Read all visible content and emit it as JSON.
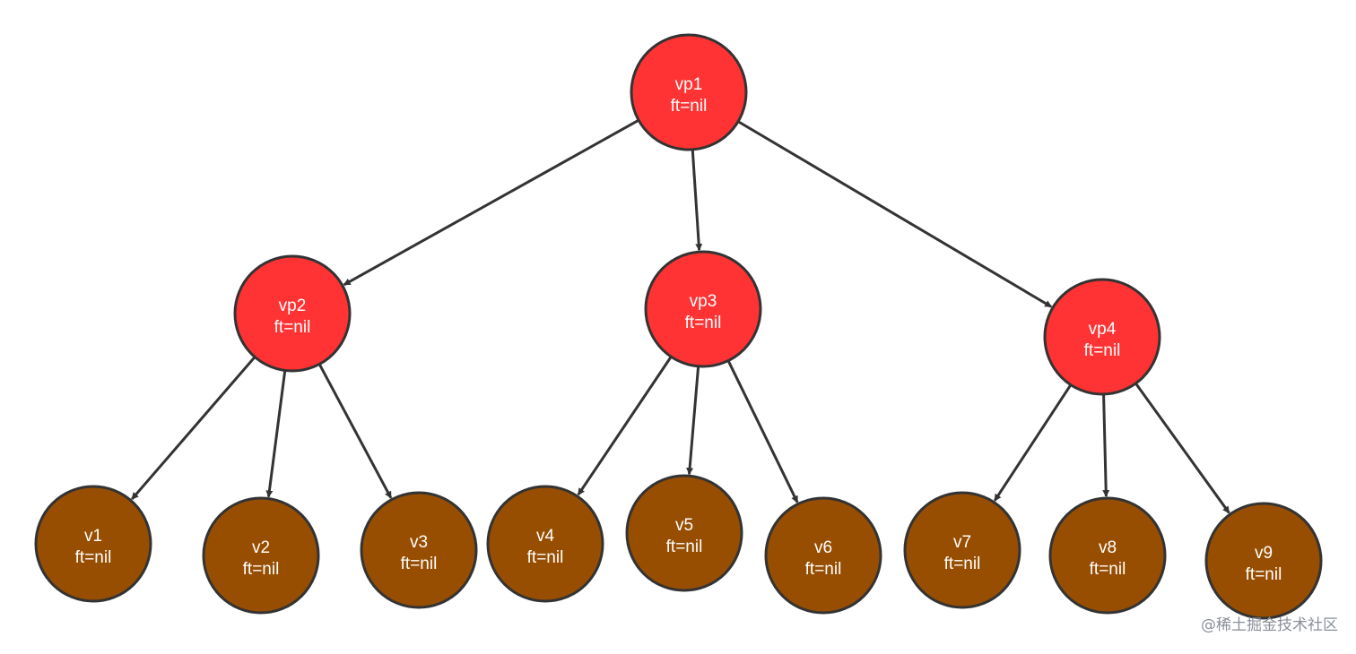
{
  "colors": {
    "internal_fill": "#ff3333",
    "leaf_fill": "#974e00",
    "stroke": "#333333",
    "text": "#ffffff",
    "background": "#ffffff"
  },
  "nodes": [
    {
      "id": "vp1",
      "lines": [
        "vp1",
        "ft=nil"
      ],
      "kind": "internal"
    },
    {
      "id": "vp2",
      "lines": [
        "vp2",
        "ft=nil"
      ],
      "kind": "internal"
    },
    {
      "id": "vp3",
      "lines": [
        "vp3",
        "ft=nil"
      ],
      "kind": "internal"
    },
    {
      "id": "vp4",
      "lines": [
        "vp4",
        "ft=nil"
      ],
      "kind": "internal"
    },
    {
      "id": "v1",
      "lines": [
        "v1",
        "ft=nil"
      ],
      "kind": "leaf"
    },
    {
      "id": "v2",
      "lines": [
        "v2",
        "ft=nil"
      ],
      "kind": "leaf"
    },
    {
      "id": "v3",
      "lines": [
        "v3",
        "ft=nil"
      ],
      "kind": "leaf"
    },
    {
      "id": "v4",
      "lines": [
        "v4",
        "ft=nil"
      ],
      "kind": "leaf"
    },
    {
      "id": "v5",
      "lines": [
        "v5",
        "ft=nil"
      ],
      "kind": "leaf"
    },
    {
      "id": "v6",
      "lines": [
        "v6",
        "ft=nil"
      ],
      "kind": "leaf"
    },
    {
      "id": "v7",
      "lines": [
        "v7",
        "ft=nil"
      ],
      "kind": "leaf"
    },
    {
      "id": "v8",
      "lines": [
        "v8",
        "ft=nil"
      ],
      "kind": "leaf"
    },
    {
      "id": "v9",
      "lines": [
        "v9",
        "ft=nil"
      ],
      "kind": "leaf"
    }
  ],
  "edges": [
    {
      "from": "vp1",
      "to": "vp2"
    },
    {
      "from": "vp1",
      "to": "vp3"
    },
    {
      "from": "vp1",
      "to": "vp4"
    },
    {
      "from": "vp2",
      "to": "v1"
    },
    {
      "from": "vp2",
      "to": "v2"
    },
    {
      "from": "vp2",
      "to": "v3"
    },
    {
      "from": "vp3",
      "to": "v4"
    },
    {
      "from": "vp3",
      "to": "v5"
    },
    {
      "from": "vp3",
      "to": "v6"
    },
    {
      "from": "vp4",
      "to": "v7"
    },
    {
      "from": "vp4",
      "to": "v8"
    },
    {
      "from": "vp4",
      "to": "v9"
    }
  ],
  "watermark": "@稀土掘金技术社区"
}
